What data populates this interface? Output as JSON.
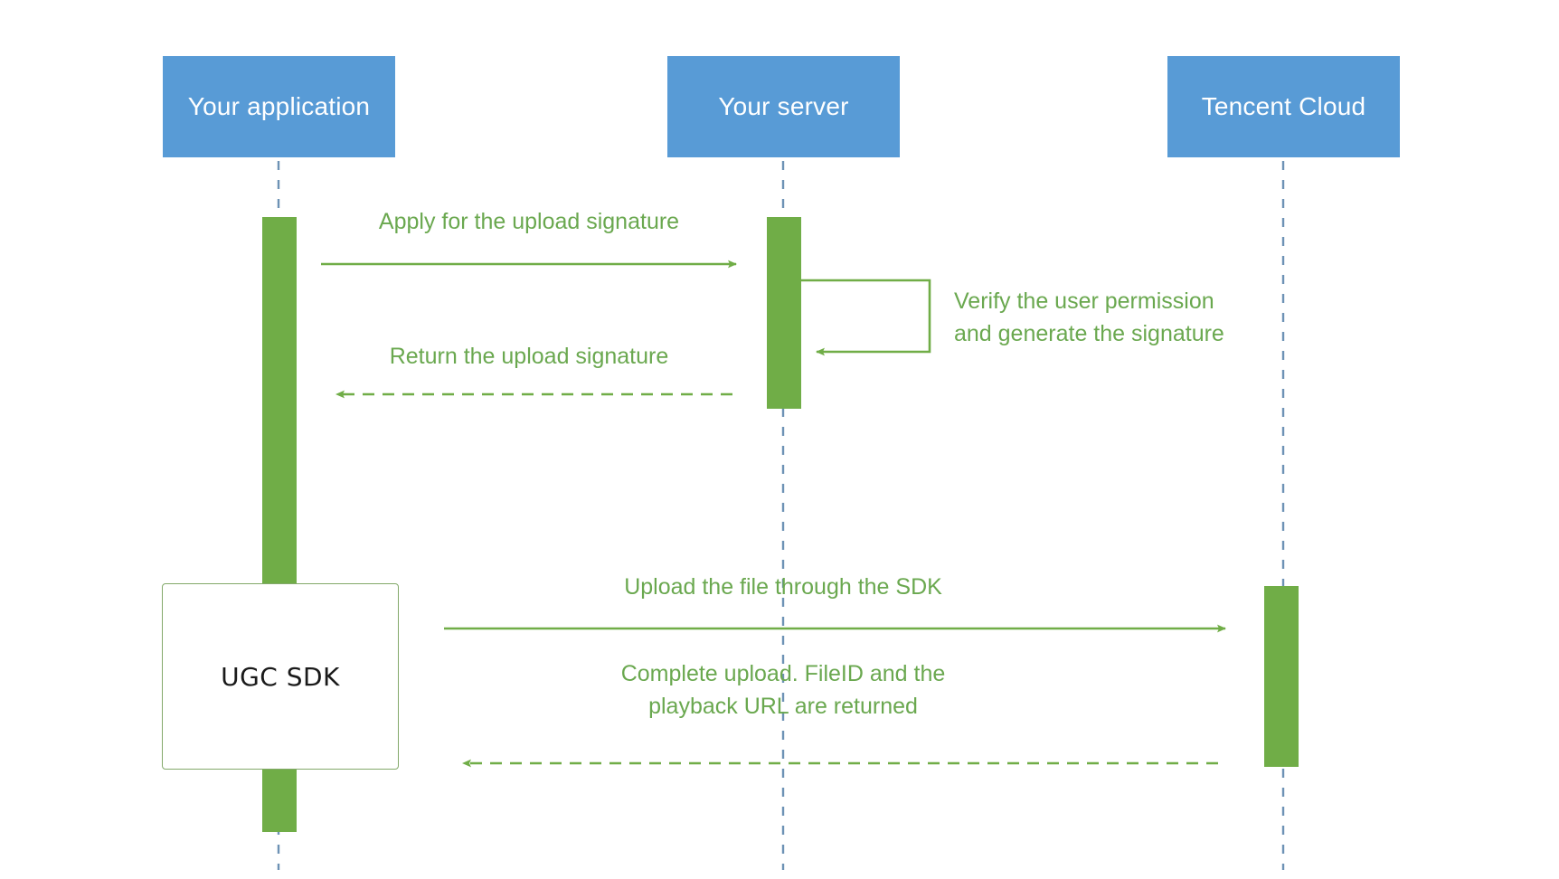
{
  "diagram": {
    "title": "UGC upload sequence diagram",
    "type": "sequence-diagram",
    "background_color": "#ffffff",
    "colors": {
      "actor_fill": "#589bd6",
      "actor_text": "#ffffff",
      "lifeline": "#6d92b5",
      "activation_fill": "#70ad47",
      "message_line": "#70ad47",
      "message_text": "#6aa84f",
      "note_border": "#83a96a",
      "note_text": "#1a1a1a"
    },
    "actors": [
      {
        "id": "application",
        "label": "Your application"
      },
      {
        "id": "server",
        "label": "Your server"
      },
      {
        "id": "cloud",
        "label": "Tencent Cloud"
      }
    ],
    "messages": [
      {
        "id": "apply-signature",
        "label": "Apply for the upload signature",
        "from": "application",
        "to": "server",
        "style": "solid",
        "direction": "right"
      },
      {
        "id": "verify-permission",
        "label": "Verify the user permission\nand generate the signature",
        "from": "server",
        "to": "server",
        "style": "solid",
        "direction": "self"
      },
      {
        "id": "return-signature",
        "label": "Return the upload signature",
        "from": "server",
        "to": "application",
        "style": "dashed",
        "direction": "left"
      },
      {
        "id": "upload-file",
        "label": "Upload the file through the SDK",
        "from": "application",
        "to": "cloud",
        "style": "solid",
        "direction": "right"
      },
      {
        "id": "complete-upload",
        "label": "Complete upload. FileID and the\nplayback URL are returned",
        "from": "cloud",
        "to": "application",
        "style": "dashed",
        "direction": "left"
      }
    ],
    "notes": [
      {
        "id": "ugc-sdk",
        "label": "UGC SDK",
        "on": "application"
      }
    ]
  }
}
